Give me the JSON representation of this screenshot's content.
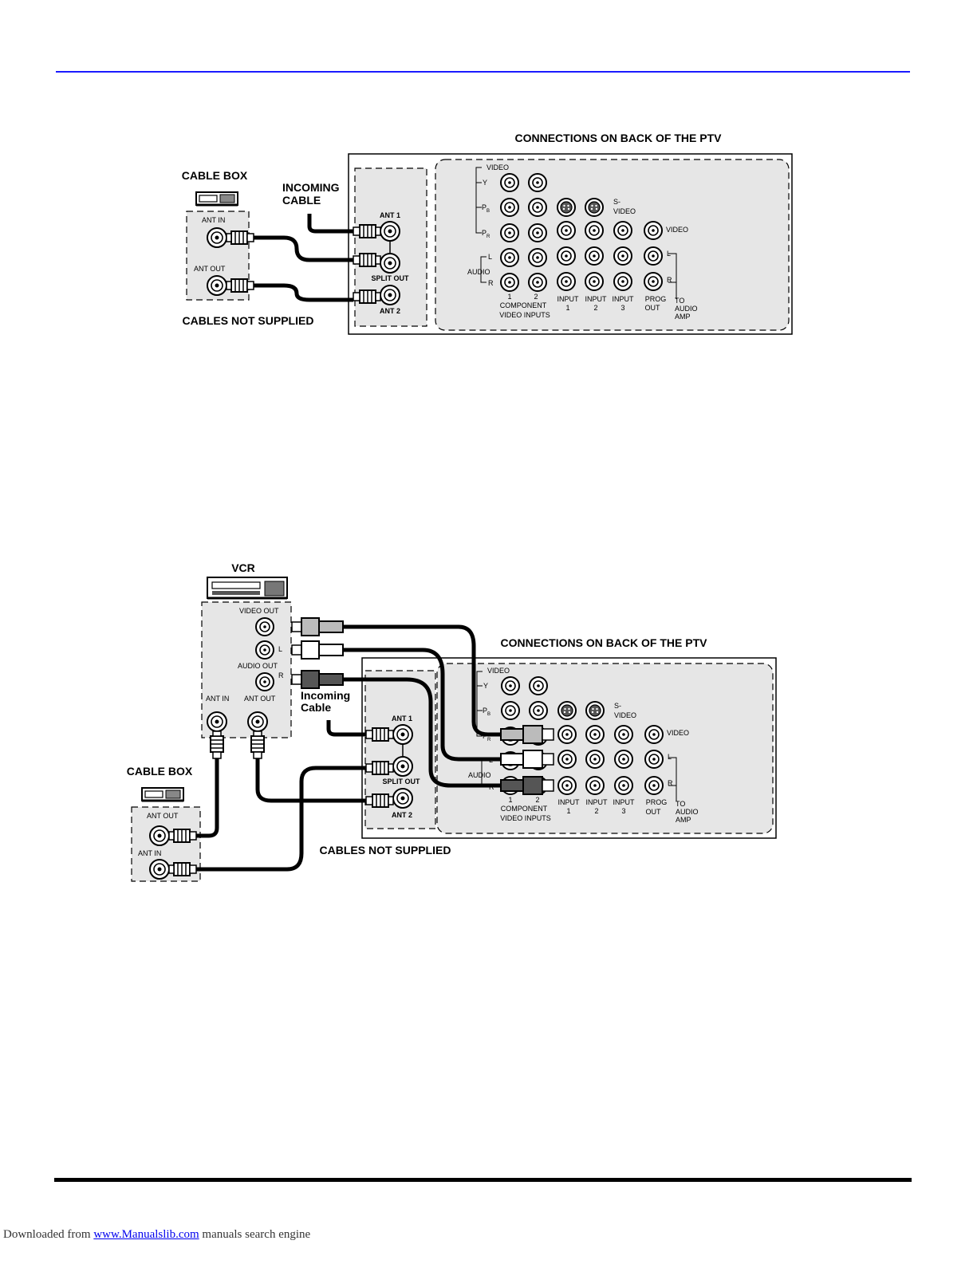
{
  "diagram1": {
    "title": "CONNECTIONS ON BACK OF THE PTV",
    "cable_box_label": "CABLE BOX",
    "cable_box_ant_in": "ANT IN",
    "cable_box_ant_out": "ANT OUT",
    "incoming_line1": "INCOMING",
    "incoming_line2": "CABLE",
    "cables_note": "CABLES NOT SUPPLIED"
  },
  "diagram2": {
    "title": "CONNECTIONS ON BACK OF THE PTV",
    "vcr_label": "VCR",
    "vcr_video_out": "VIDEO OUT",
    "vcr_l": "L",
    "vcr_audio_out": "AUDIO OUT",
    "vcr_r": "R",
    "vcr_ant_in": "ANT IN",
    "vcr_ant_out": "ANT OUT",
    "incoming_line1": "Incoming",
    "incoming_line2": "Cable",
    "cable_box_label": "CABLE BOX",
    "cable_box_ant_out": "ANT OUT",
    "cable_box_ant_in": "ANT IN",
    "cables_note": "CABLES NOT SUPPLIED"
  },
  "ptv_panel": {
    "ant1": "ANT 1",
    "split_out": "SPLIT OUT",
    "ant2": "ANT 2",
    "video": "VIDEO",
    "y": "Y",
    "pb": "P",
    "pb_sub": "B",
    "pr": "P",
    "pr_sub": "R",
    "l": "L",
    "audio": "AUDIO",
    "r": "R",
    "s_video_1": "S-",
    "s_video_2": "VIDEO",
    "video_right": "VIDEO",
    "l_right": "L",
    "r_right": "R",
    "col1": "1",
    "col2": "2",
    "component_1": "COMPONENT",
    "component_2": "VIDEO INPUTS",
    "input1_a": "INPUT",
    "input1_b": "1",
    "input2_a": "INPUT",
    "input2_b": "2",
    "input3_a": "INPUT",
    "input3_b": "3",
    "prog_a": "PROG",
    "prog_b": "OUT",
    "to_a": "TO",
    "to_b": "AUDIO",
    "to_c": "AMP"
  },
  "footer": {
    "prefix": "Downloaded from ",
    "link": "www.Manualslib.com",
    "suffix": "  manuals search engine"
  },
  "colors": {
    "rule_top": "#1a1aff",
    "panel_fill": "#e6e6e6",
    "link": "#0000ee"
  }
}
